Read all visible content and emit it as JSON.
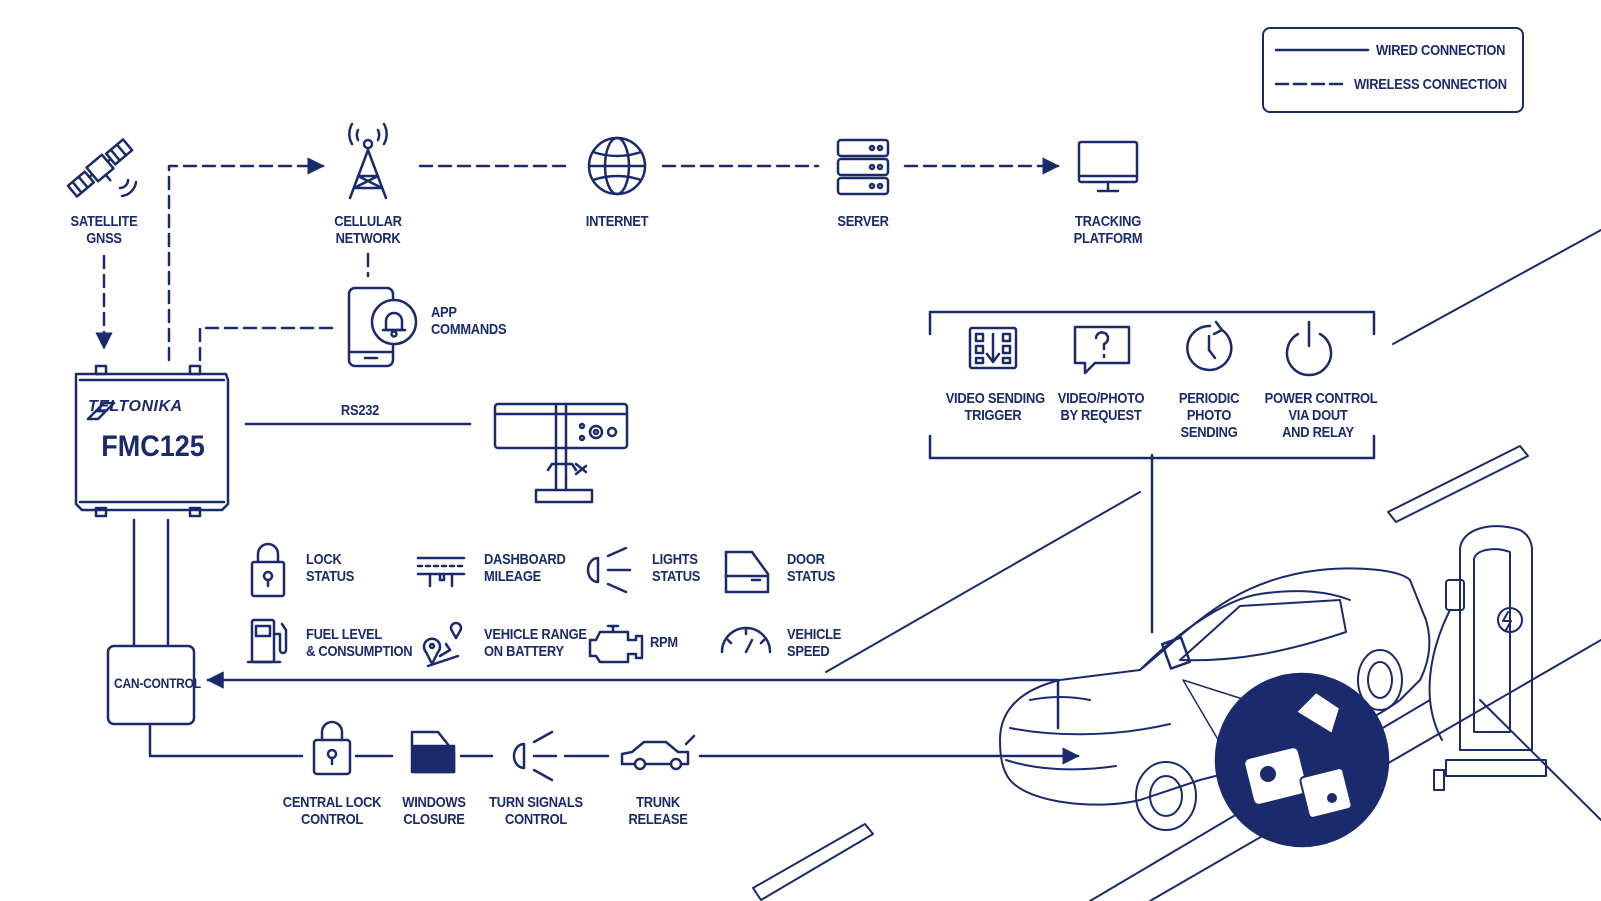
{
  "legend": {
    "wired": "WIRED CONNECTION",
    "wireless": "WIRELESS CONNECTION"
  },
  "top_chain": {
    "satellite": [
      "SATELLITE",
      "GNSS"
    ],
    "cellular": [
      "CELLULAR",
      "NETWORK"
    ],
    "internet": "INTERNET",
    "server": "SERVER",
    "tracking": [
      "TRACKING",
      "PLATFORM"
    ]
  },
  "app": [
    "APP",
    "COMMANDS"
  ],
  "device": {
    "brand": "TELTONIKA",
    "model": "FMC125"
  },
  "rs232": "RS232",
  "can_control": "CAN-CONTROL",
  "camera_features": [
    [
      "VIDEO SENDING",
      "TRIGGER"
    ],
    [
      "VIDEO/PHOTO",
      "BY REQUEST"
    ],
    [
      "PERIODIC",
      "PHOTO",
      "SENDING"
    ],
    [
      "POWER CONTROL",
      "VIA DOUT",
      "AND RELAY"
    ]
  ],
  "can_data": [
    [
      "LOCK",
      "STATUS"
    ],
    [
      "DASHBOARD",
      "MILEAGE"
    ],
    [
      "LIGHTS",
      "STATUS"
    ],
    [
      "DOOR",
      "STATUS"
    ],
    [
      "FUEL LEVEL",
      "& CONSUMPTION"
    ],
    [
      "VEHICLE RANGE",
      "ON BATTERY"
    ],
    [
      "RPM"
    ],
    [
      "VEHICLE",
      "SPEED"
    ]
  ],
  "controls": [
    [
      "CENTRAL LOCK",
      "CONTROL"
    ],
    [
      "WINDOWS",
      "CLOSURE"
    ],
    [
      "TURN SIGNALS",
      "CONTROL"
    ],
    [
      "TRUNK",
      "RELEASE"
    ]
  ],
  "icons": {
    "satellite": "satellite-icon",
    "tower": "cell-tower-icon",
    "globe": "globe-icon",
    "server": "server-icon",
    "monitor": "monitor-icon",
    "phone": "phone-bell-icon",
    "camera": "dashcam-icon"
  },
  "colors": {
    "ink": "#1b2a6b",
    "background": "#ffffff"
  }
}
